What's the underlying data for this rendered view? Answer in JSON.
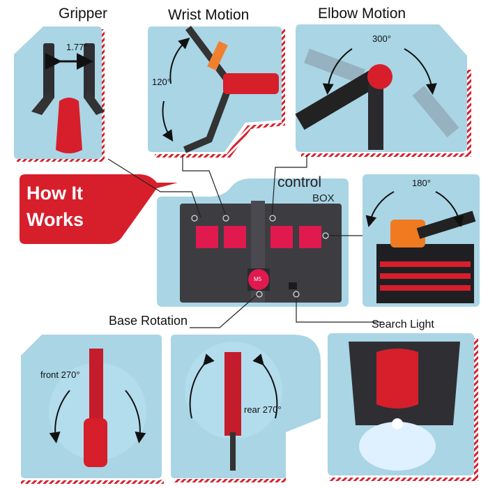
{
  "panels": {
    "gripper": {
      "title": "Gripper",
      "measure": "1.77\""
    },
    "wrist": {
      "title": "Wrist Motion",
      "angle": "120°"
    },
    "elbow": {
      "title": "Elbow Motion",
      "angle": "300°"
    },
    "shoulder": {
      "angle": "180°"
    },
    "base": {
      "title": "Base Rotation",
      "front": "front 270°",
      "rear": "rear 270°"
    },
    "light": {
      "title": "Search Light"
    }
  },
  "banner": {
    "line1": "How It",
    "line2": "Works"
  },
  "control_box": {
    "line1": "control",
    "line2": "BOX",
    "motor5_label": "M5"
  },
  "colors": {
    "panel": "#a9d5e5",
    "accent_red": "#d61f2b",
    "box": "#3d3c41",
    "switch_red": "#e0194f"
  }
}
